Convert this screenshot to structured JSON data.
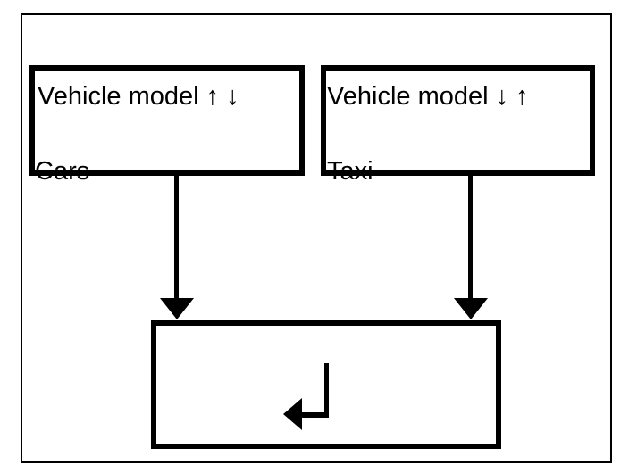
{
  "diagram": {
    "colors": {
      "background": "#ffffff",
      "line": "#000000"
    },
    "source_boxes": [
      {
        "title": "Vehicle model ↑ ↓",
        "label": "Cars"
      },
      {
        "title": "Vehicle model ↓ ↑",
        "label": "Taxi"
      }
    ],
    "merge_box": {
      "icon": "return-arrow-icon"
    },
    "connectors": [
      {
        "from": "Cars",
        "to": "merge-box",
        "style": "down-arrow"
      },
      {
        "from": "Taxi",
        "to": "merge-box",
        "style": "down-arrow"
      }
    ]
  }
}
